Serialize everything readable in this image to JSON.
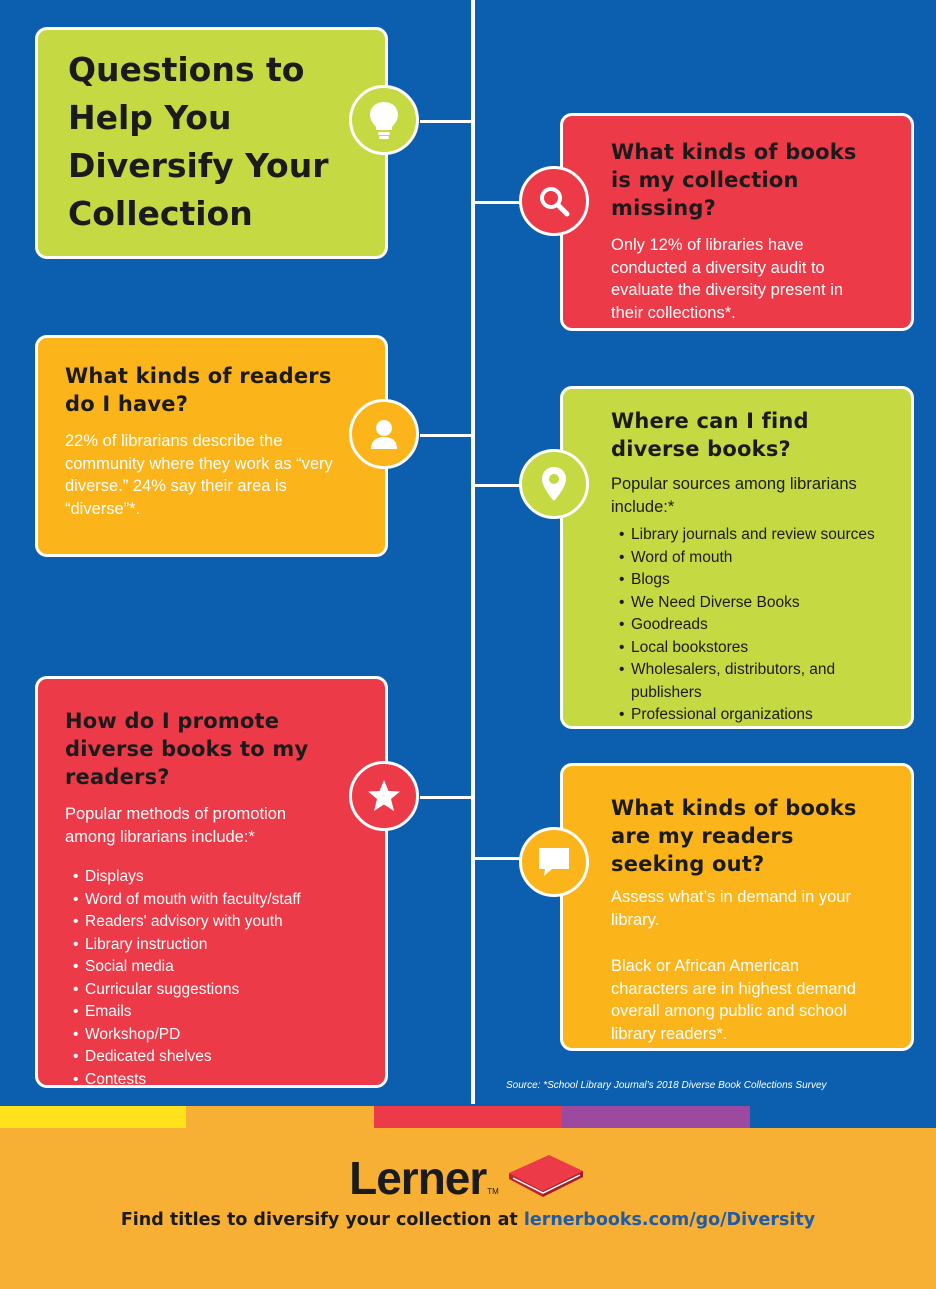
{
  "title": "Questions to Help You Diversify Your Collection",
  "colors": {
    "background": "#0b5fae",
    "green": "#c4d942",
    "orange": "#fbb41a",
    "red": "#ec3a48",
    "footer": "#f8b034",
    "link": "#1f5ba6"
  },
  "cards": {
    "missing": {
      "icon": "magnifier-icon",
      "heading": "What kinds of books is my collection missing?",
      "body": "Only 12% of libraries have conducted a diversity audit to evaluate the diversity present in their collections*."
    },
    "readers": {
      "icon": "person-icon",
      "heading": "What kinds of readers do I have?",
      "body": "22% of librarians describe the community where they work as “very diverse.” 24% say their area is “diverse”*."
    },
    "find": {
      "icon": "map-pin-icon",
      "heading": "Where can I find diverse books?",
      "intro": "Popular sources among librarians include:*",
      "items": [
        "Library journals and review sources",
        "Word of mouth",
        "Blogs",
        "We Need Diverse Books",
        "Goodreads",
        "Local bookstores",
        "Wholesalers, distributors, and publishers",
        "Professional organizations"
      ]
    },
    "promote": {
      "icon": "star-icon",
      "heading": "How do I promote diverse books to my readers?",
      "intro": "Popular methods of promotion among librarians include:*",
      "items": [
        "Displays",
        "Word of mouth with faculty/staff",
        "Readers' advisory with youth",
        "Library instruction",
        "Social media",
        "Curricular suggestions",
        "Emails",
        "Workshop/PD",
        "Dedicated shelves",
        "Contests"
      ]
    },
    "seeking": {
      "icon": "speech-bubble-icon",
      "heading": "What kinds of books are my readers seeking out?",
      "body1": "Assess what’s in demand in your library.",
      "body2": "Black or African American characters are in highest demand overall among public and school library readers*."
    }
  },
  "title_icon": "lightbulb-icon",
  "source": "Source: *School Library Journal’s 2018 Diverse Book Collections Survey",
  "footer": {
    "brand": "Lerner",
    "trademark": "TM",
    "logo_icon": "book-icon",
    "tagline_prefix": "Find titles to diversify your collection at",
    "url": "lernerbooks.com/go/Diversity"
  }
}
